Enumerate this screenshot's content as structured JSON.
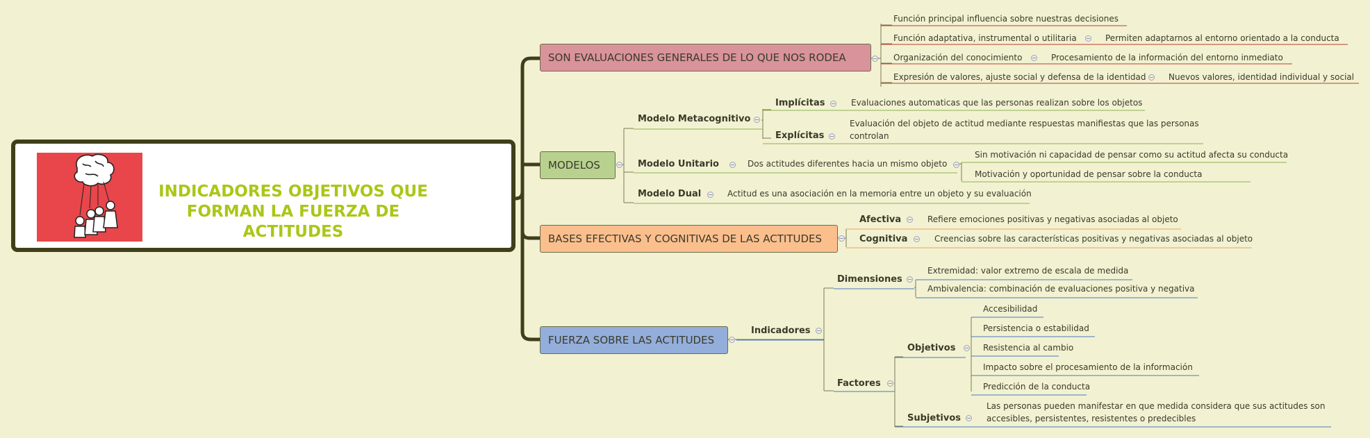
{
  "central": {
    "title": "INDICADORES OBJETIVOS QUE FORMAN LA FUERZA DE ACTITUDES",
    "image": "brain-puppeteer-illustration"
  },
  "branches": [
    {
      "label": "SON EVALUACIONES GENERALES DE LO QUE NOS RODEA",
      "color": "#d9939a",
      "children": [
        {
          "label": "Función principal influencia sobre nuestras decisiones"
        },
        {
          "label": "Función adaptativa, instrumental o utilitaria",
          "child": "Permiten adaptarnos al entorno orientado a la conducta"
        },
        {
          "label": "Organización del conocimiento",
          "child": "Procesamiento de la información del entorno inmediato"
        },
        {
          "label": "Expresión de valores, ajuste social y defensa de la identidad",
          "child": "Nuevos valores, identidad individual y social"
        }
      ]
    },
    {
      "label": "MODELOS",
      "color": "#b8d18e",
      "children": [
        {
          "label": "Modelo Metacognitivo",
          "children": [
            {
              "label": "Implícitas",
              "child": "Evaluaciones automaticas que las personas realizan sobre los objetos"
            },
            {
              "label": "Explícitas",
              "child": "Evaluación del objeto de actitud mediante respuestas manifiestas que las personas controlan"
            }
          ]
        },
        {
          "label": "Modelo Unitario",
          "child": "Dos actitudes diferentes hacia un mismo objeto",
          "grandchildren": [
            "Sin motivación ni capacidad de pensar como su actitud afecta su conducta",
            "Motivación y oportunidad de pensar sobre la conducta"
          ]
        },
        {
          "label": "Modelo Dual",
          "child": "Actitud es una asociación en la memoria entre un objeto y su evaluación"
        }
      ]
    },
    {
      "label": "BASES EFECTIVAS Y COGNITIVAS DE LAS ACTITUDES",
      "color": "#fbbf8e",
      "children": [
        {
          "label": "Afectiva",
          "child": "Refiere emociones positivas y negativas asociadas al objeto"
        },
        {
          "label": "Cognitiva",
          "child": "Creencias sobre las características positivas y negativas asociadas al objeto"
        }
      ]
    },
    {
      "label": "FUERZA SOBRE LAS ACTITUDES",
      "color": "#93aedb",
      "children": [
        {
          "label": "Indicadores",
          "children": [
            {
              "label": "Dimensiones",
              "items": [
                "Extremidad: valor extremo de escala de medida",
                "Ambivalencia: combinación de evaluaciones positiva y negativa"
              ]
            },
            {
              "label": "Factores",
              "children": [
                {
                  "label": "Objetivos",
                  "items": [
                    "Accesibilidad",
                    "Persistencia o estabilidad",
                    "Resistencia al cambio",
                    "Impacto sobre el procesamiento de la información",
                    "Predicción de la conducta"
                  ]
                },
                {
                  "label": "Subjetivos",
                  "child": "Las personas pueden manifestar en que medida considera que sus actitudes son accesibles, persistentes, resistentes o predecibles"
                }
              ]
            }
          ]
        }
      ]
    }
  ],
  "colors": {
    "background": "#f2f2d2",
    "trunk": "#3f3f1a",
    "red_line": "#c0392b",
    "green_line": "#8fb050",
    "orange_line": "#f0a060",
    "blue_line": "#4a78c0",
    "title_green": "#a9c716"
  }
}
